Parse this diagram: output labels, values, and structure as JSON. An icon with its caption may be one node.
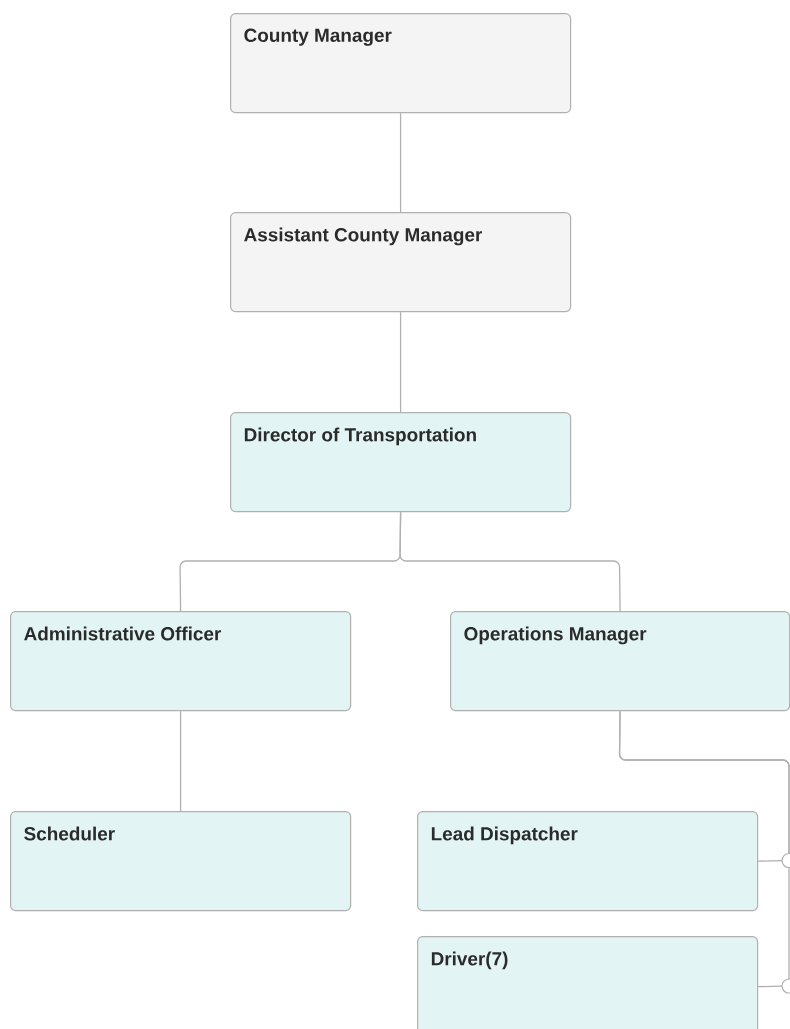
{
  "diagram": {
    "nodes": [
      {
        "text": [
          "County Manager"
        ]
      },
      {
        "text": [
          "Assistant County Manager"
        ]
      },
      {
        "text": [
          "Director of Transportation"
        ]
      },
      {
        "text": [
          "Administrative Officer"
        ]
      },
      {
        "text": [
          "Operations Manager"
        ]
      },
      {
        "text": [
          "Scheduler"
        ]
      },
      {
        "text": [
          "Lead Dispatcher"
        ]
      },
      {
        "text": [
          "Driver(7)"
        ]
      }
    ],
    "edges": [
      {
        "from": 0,
        "to": 1,
        "arrow": "none"
      },
      {
        "from": 1,
        "to": 2,
        "arrow": "none"
      },
      {
        "from": 2,
        "to": 3,
        "arrow": "none"
      },
      {
        "from": 2,
        "to": 4,
        "arrow": "none"
      },
      {
        "from": 3,
        "to": 5,
        "arrow": "none"
      },
      {
        "from": 4,
        "to": 6,
        "arrow": "none"
      },
      {
        "from": 4,
        "to": 7,
        "arrow": "none"
      }
    ]
  }
}
